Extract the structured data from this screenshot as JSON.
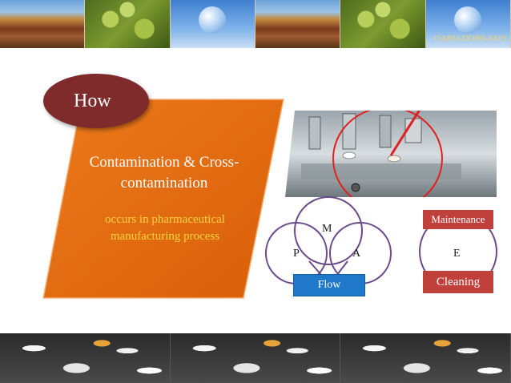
{
  "banner": {
    "code": "OARO-DORS-0419"
  },
  "how": {
    "label": "How"
  },
  "main": {
    "title": "Contamination & Cross-contamination",
    "subtitle": "occurs in pharmaceutical manufacturing process"
  },
  "diagram": {
    "m": "M",
    "p": "P",
    "a": "A",
    "flow": "Flow",
    "maintenance": "Maintenance",
    "e": "E",
    "cleaning": "Cleaning"
  },
  "colors": {
    "orange": "#e2660c",
    "how_ellipse": "#7f2b2b",
    "flow_box": "#1f78c9",
    "red_box": "#c0403c",
    "circle_stroke": "#6a4a8a",
    "highlight_red": "#e02020",
    "subtitle_yellow": "#f6d640"
  }
}
